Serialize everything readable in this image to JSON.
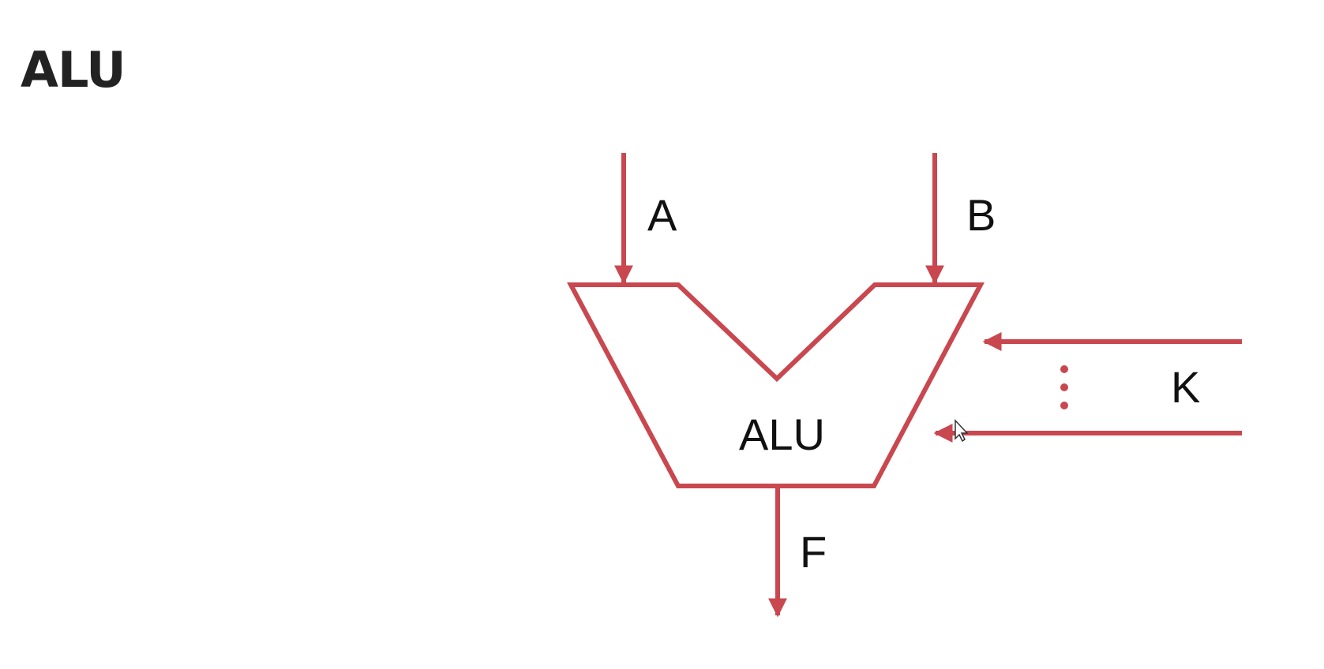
{
  "page": {
    "title": "ALU"
  },
  "diagram": {
    "block_label": "ALU",
    "inputs": {
      "a_label": "A",
      "b_label": "B",
      "k_label": "K"
    },
    "output": {
      "f_label": "F"
    },
    "colors": {
      "wire": "#c9474f",
      "title_text": "#222222",
      "label_text": "#111111",
      "background": "#ffffff"
    }
  }
}
